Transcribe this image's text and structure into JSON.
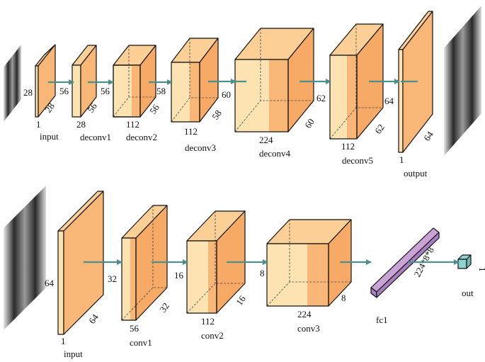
{
  "colors": {
    "face_light": "#fde3b2",
    "face_orange": "#f9b777",
    "top": "#fbcf95",
    "side": "#f7a966",
    "arrow": "#4e8f8c",
    "fc_light": "#c9a3d6",
    "fc_dark": "#a77fbf",
    "out_box": "#8fd1cc"
  },
  "top_row": {
    "input": {
      "name": "input",
      "h": "28",
      "d": "28",
      "w": "1"
    },
    "deconv1": {
      "name": "deconv1",
      "h": "56",
      "d": "56",
      "w": "28"
    },
    "deconv2": {
      "name": "deconv2",
      "h": "56",
      "d": "56",
      "w": "112"
    },
    "deconv3": {
      "name": "deconv3",
      "h": "58",
      "d": "58",
      "w": "112"
    },
    "deconv4": {
      "name": "deconv4",
      "h": "60",
      "d": "60",
      "w": "224"
    },
    "deconv5": {
      "name": "deconv5",
      "h": "62",
      "d": "62",
      "w": "112"
    },
    "output": {
      "name": "output",
      "h": "64",
      "d": "64",
      "w": "1"
    }
  },
  "bottom_row": {
    "input": {
      "name": "input",
      "h": "64",
      "d": "64",
      "w": "1"
    },
    "conv1": {
      "name": "conv1",
      "h": "32",
      "d": "32",
      "w": "56"
    },
    "conv2": {
      "name": "conv2",
      "h": "16",
      "d": "16",
      "w": "112"
    },
    "conv3": {
      "name": "conv3",
      "h": "8",
      "d": "8",
      "w": "224"
    },
    "fc1": {
      "name": "fc1",
      "size": "224*8*8"
    },
    "out": {
      "name": "out",
      "size": "1"
    }
  }
}
